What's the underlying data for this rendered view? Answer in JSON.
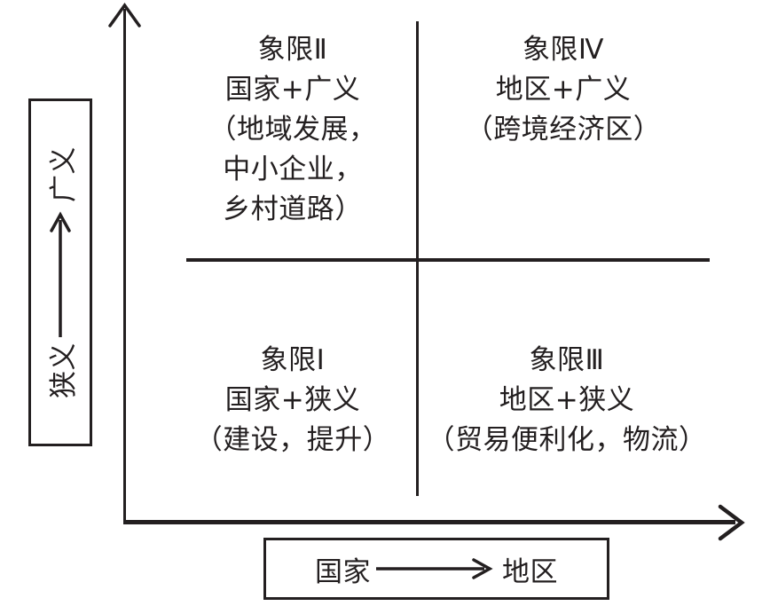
{
  "figure": {
    "type": "2x2-quadrant-matrix",
    "background": "#ffffff",
    "line_color": "#231f20"
  },
  "axes": {
    "y": {
      "low_label": "狭义",
      "high_label": "广义",
      "arrow": "arrow-up",
      "direction": "bottom-to-top"
    },
    "x": {
      "low_label": "国家",
      "high_label": "地区",
      "arrow": "arrow-right",
      "direction": "left-to-right"
    }
  },
  "quadrants": {
    "q2": {
      "position": "top-left",
      "lines": [
        "象限Ⅱ",
        "国家+广义",
        "（地域发展，",
        "中小企业，",
        "乡村道路）"
      ]
    },
    "q4": {
      "position": "top-right",
      "lines": [
        "象限Ⅳ",
        "地区+广义",
        "（跨境经济区）"
      ]
    },
    "q1": {
      "position": "bottom-left",
      "lines": [
        "象限Ⅰ",
        "国家+狭义",
        "（建设，提升）"
      ]
    },
    "q3": {
      "position": "bottom-right",
      "lines": [
        "象限Ⅲ",
        "地区+狭义",
        "（贸易便利化，物流）"
      ]
    }
  }
}
